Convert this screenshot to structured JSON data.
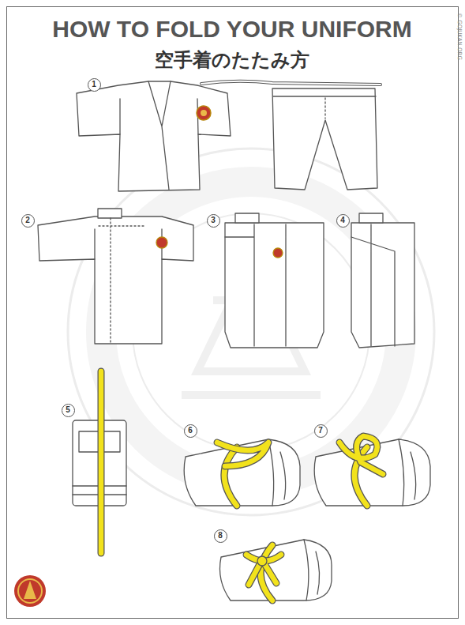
{
  "diagram": {
    "title": "HOW TO FOLD YOUR UNIFORM",
    "nodes": [
      {
        "text": [
          "1"
        ]
      },
      {
        "text": [
          "2"
        ]
      },
      {
        "text": [
          "3"
        ]
      },
      {
        "text": [
          "4"
        ]
      },
      {
        "text": [
          "5"
        ]
      },
      {
        "text": [
          "6"
        ]
      },
      {
        "text": [
          "7"
        ]
      },
      {
        "text": [
          "8"
        ]
      }
    ],
    "labels": [
      "空手着のたたみ方",
      "© GOJUKAN.ORG"
    ]
  }
}
